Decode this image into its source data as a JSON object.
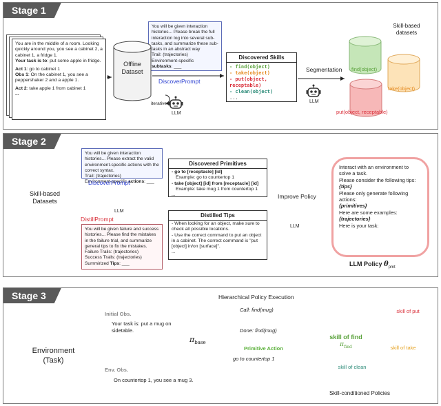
{
  "stage1": {
    "tab": "Stage 1",
    "traj": {
      "p1": "You are in the middle of a room. Looking quickly around you, you see a cabinet 2, a cabinet 1, a fridge 1.",
      "task_lbl": "Your task is to",
      "task_txt": ": put some apple in fridge.",
      "act1_lbl": "Act 1",
      "act1_txt": ": go to cabinet 1",
      "obs1_lbl": "Obs 1",
      "obs1_txt": ": On the cabinet 1, you see a peppershaker 2 and a apple 1.",
      "act2_lbl": "Act 2",
      "act2_txt": ": take apple 1 from cabinet 1",
      "ell": "..."
    },
    "prompt": {
      "p1": "You will be given interaction histories... Please break the full interaction log into several sub-tasks, and summarize these sub-tasks in an abstract way",
      "trail": "Trail: (trajectories)",
      "env": "Environment-specific",
      "subtasks": "subtasks",
      "blank": ": ___"
    },
    "offline": "Offline Dataset",
    "discover": "DiscoverPrompt",
    "iterative": "iterative",
    "llm": "LLM",
    "skills": {
      "title": "Discovered Skills",
      "items": [
        "- find(object)",
        "- take(object)",
        "- put(object, receptable)",
        "- clean(object)"
      ],
      "ell": "..."
    },
    "segmentation": "Segmentation",
    "llm2": "LLM",
    "datasets_title": "Skill-based datasets",
    "cyl_find": "find(object)",
    "cyl_take": "take(object)",
    "cyl_put": "put(object, receptable)"
  },
  "stage2": {
    "tab": "Stage 2",
    "prompt_top": {
      "p1": "You will be given interaction histories... Please extract the valid environment-specific actions with the correct syntax.",
      "trail": "Trail: (trajectories)",
      "env": "Environment-specific",
      "actions": "actions",
      "blank": ": ___"
    },
    "discover": "DiscoverPrompt",
    "distill": "DistillPrompt",
    "skill_ds": "Skill-based Datasets",
    "llm": "LLM",
    "prompt_bot": {
      "p1": "You will be given failure and success histories... Please find the mistakes in the failure trial, and summarize general tips to fix the mistakes.",
      "fail": "Failure Trails: (trajectories)",
      "succ": "Success Trails: (trajectories)",
      "sum": "Summirized",
      "tips": "Tips",
      "blank": ": ___"
    },
    "primitives": {
      "title": "Discovered Primitives",
      "l1": "- go to [receptacle] [id]",
      "l2": "Example: go to countertop 1",
      "l3": "- take [object] [id] from [receptacle] [id]",
      "l4": "Example: take mug 1 from countertop 1",
      "ell": "..."
    },
    "tips": {
      "title": "Distilled Tips",
      "l1": "- When looking for an object, make sure to check all possible locations.",
      "l2": "- Use the correct command to put an object in a cabinet. The correct command is \"put [object] in/on [surface]\".",
      "ell": "..."
    },
    "improve": "Improve Policy",
    "llm2": "LLM",
    "policy": {
      "l1": "Interact with an environment to solve a task.",
      "l2": "Please consider the following tips:",
      "tips": "{tips}",
      "l3": "Please only generate following actions:",
      "prims": "{primitives}",
      "l4": "Here are some examples:",
      "traj": "{trajectories}",
      "l5": "Here is your task:"
    },
    "policy_label": "LLM Policy",
    "theta": "θ",
    "theta_sub": "pmt"
  },
  "stage3": {
    "tab": "Stage 3",
    "env": "Environment",
    "env2": "(Task)",
    "init_obs": "Initial Obs.",
    "init_txt": "Your task is: put a mug on sidetable.",
    "env_obs": "Env. Obs.",
    "env_txt": "On countertop 1, you see a mug 3.",
    "pi": "π",
    "pi_sub": "base",
    "hier": "Hierarchical Policy Execution",
    "call": "Call: find(mug)",
    "done": "Done: find(mug)",
    "prim_act": "Primitive Action",
    "goto": "go to countertop 1",
    "skill_put": "skill of put",
    "skill_find": "skill of find",
    "pi_find": "π",
    "pi_find_sub": "find",
    "skill_take": "skill of take",
    "skill_clean": "skill of clean",
    "skill_policies": "Skill-conditioned Policies"
  },
  "colors": {
    "green": "#5aa23c",
    "orange": "#e58a1f",
    "red": "#d9303a",
    "blue": "#2b3fd1",
    "teal": "#2a8a77",
    "arrow_green": "#5ab03a",
    "arrow_blue": "#6a8ac8"
  }
}
